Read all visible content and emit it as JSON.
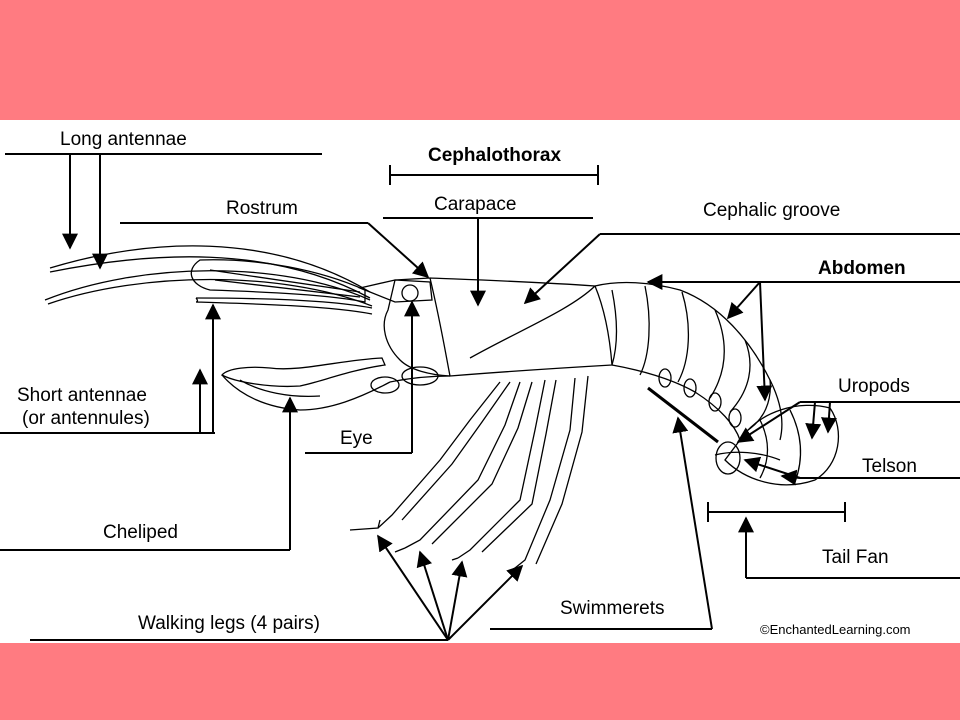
{
  "colors": {
    "band": "#ff7b81",
    "panel": "#ffffff",
    "ink": "#000000"
  },
  "labels": {
    "long_antennae": "Long antennae",
    "cephalothorax": "Cephalothorax",
    "rostrum": "Rostrum",
    "carapace": "Carapace",
    "cephalic_groove": "Cephalic groove",
    "abdomen": "Abdomen",
    "short_antennae_1": "Short antennae",
    "short_antennae_2": "(or antennules)",
    "uropods": "Uropods",
    "eye": "Eye",
    "telson": "Telson",
    "cheliped": "Cheliped",
    "tail_fan": "Tail Fan",
    "walking_legs": "Walking legs (4 pairs)",
    "swimmerets": "Swimmerets",
    "credit": "©EnchantedLearning.com"
  }
}
